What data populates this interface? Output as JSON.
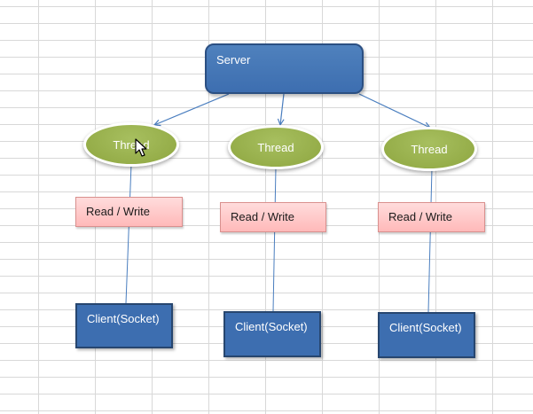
{
  "diagram": {
    "server": {
      "label": "Server"
    },
    "branches": [
      {
        "thread": {
          "label": "Thread"
        },
        "io": {
          "label": "Read / Write"
        },
        "client": {
          "label": "Client(Socket)"
        }
      },
      {
        "thread": {
          "label": "Thread"
        },
        "io": {
          "label": "Read / Write"
        },
        "client": {
          "label": "Client(Socket)"
        }
      },
      {
        "thread": {
          "label": "Thread"
        },
        "io": {
          "label": "Read / Write"
        },
        "client": {
          "label": "Client(Socket)"
        }
      }
    ]
  },
  "colors": {
    "server_fill": "#4f81bd",
    "thread_fill": "#9bb350",
    "io_fill": "#ffc7c7",
    "client_fill": "#3d6eb0",
    "connector": "#4a7ebf"
  },
  "icons": {
    "cursor": "mouse-pointer-icon"
  }
}
